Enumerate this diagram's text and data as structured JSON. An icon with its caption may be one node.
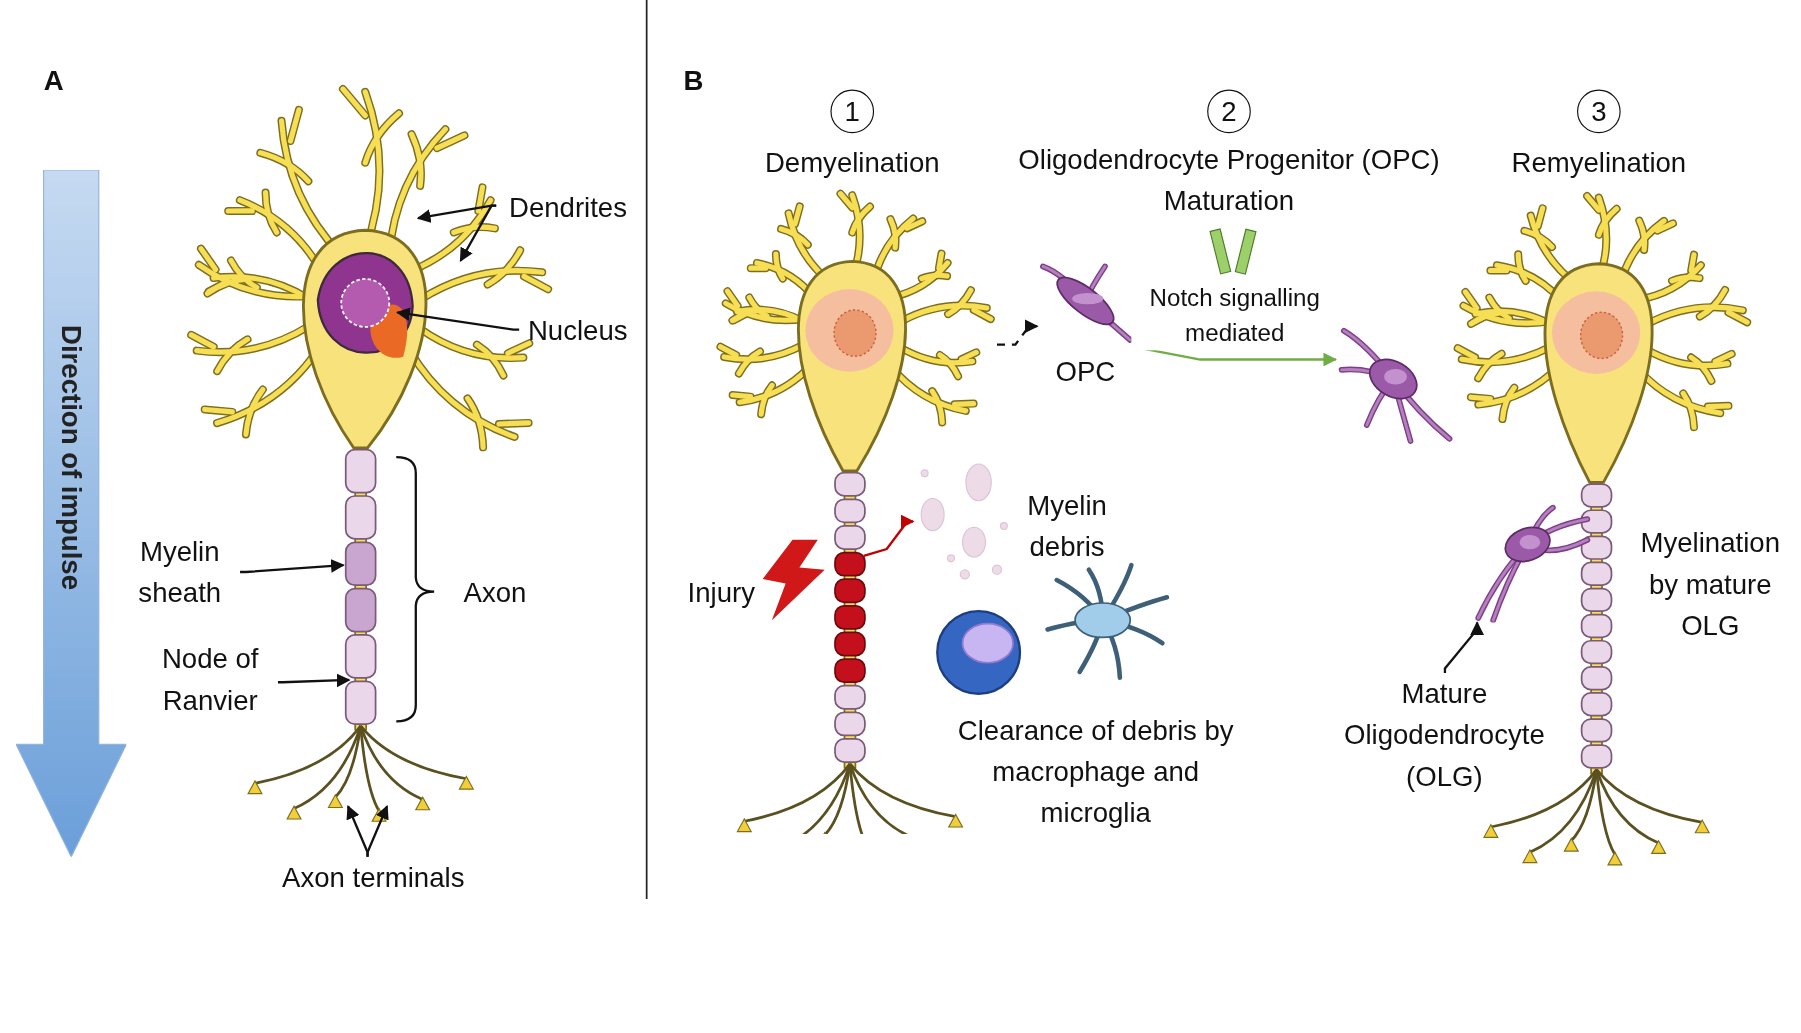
{
  "diagram": {
    "nodes": [
      {
        "text": [
          "Dendrites"
        ]
      },
      {
        "text": [
          "Nucleus"
        ]
      },
      {
        "text": [
          "Myelin sheath"
        ]
      },
      {
        "text": [
          "Node of Ranvier"
        ]
      },
      {
        "text": [
          "Axon terminals"
        ]
      },
      {
        "text": [
          "Direction of impulse"
        ]
      },
      {
        "text": [
          "1"
        ],
        "beside": [
          "Demyelination"
        ]
      },
      {
        "text": [
          "2"
        ],
        "beside": [
          "Oligodendrocyte Progenitor (OPC) Maturation"
        ]
      },
      {
        "text": [
          "3"
        ],
        "beside": [
          "Remyelination"
        ]
      },
      {
        "text": [],
        "shape": "picture"
      },
      {
        "text": [],
        "shape": "picture",
        "beside": [
          "OPC"
        ]
      },
      {
        "text": [],
        "shape": "picture"
      },
      {
        "text": [],
        "shape": "picture",
        "beside": [
          "Myelin debris"
        ]
      },
      {
        "text": [
          "Mature Oligodendrocyte (OLG)"
        ]
      },
      {
        "text": [],
        "shape": "picture"
      }
    ],
    "edges": [
      {
        "from": 0,
        "to": null,
        "arrow": "to"
      },
      {
        "from": 0,
        "to": null,
        "arrow": "to"
      },
      {
        "from": 1,
        "to": null,
        "arrow": "to"
      },
      {
        "from": 2,
        "to": null,
        "arrow": "to"
      },
      {
        "from": 3,
        "to": null,
        "arrow": "to"
      },
      {
        "from": 4,
        "to": null,
        "arrow": "to"
      },
      {
        "from": 4,
        "to": null,
        "arrow": "to"
      },
      {
        "from": 9,
        "to": 10,
        "arrow": "to",
        "style": "dashed"
      },
      {
        "from": 10,
        "to": 11,
        "arrow": "to",
        "label": "Notch signalling mediated",
        "color": "#70ad47"
      },
      {
        "from": 9,
        "to": 12,
        "arrow": "to",
        "color": "#c00000"
      },
      {
        "from": 13,
        "to": 14,
        "arrow": "to"
      }
    ],
    "labels": [
      "A",
      "Axon",
      "B",
      "Injury",
      "Myelination by mature OLG",
      "Clearance of debris by macrophage and microglia"
    ]
  }
}
